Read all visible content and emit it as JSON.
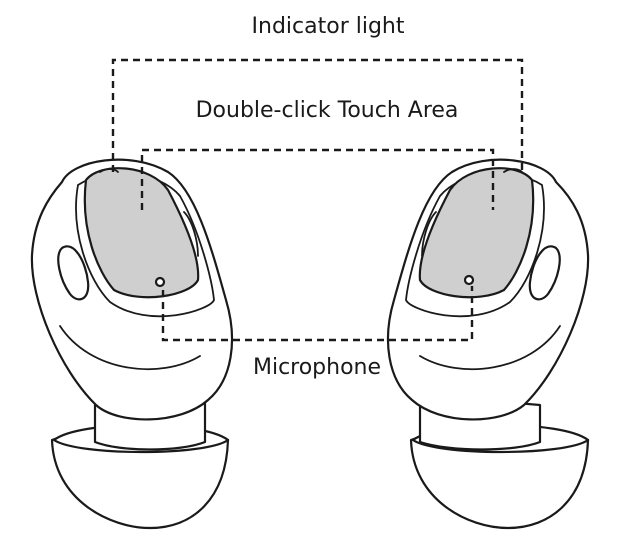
{
  "labels": {
    "indicator_light": "Indicator light",
    "touch_area": "Double-click Touch Area",
    "microphone": "Microphone"
  },
  "colors": {
    "line": "#1a1a1a",
    "touch_pad_fill": "#cfcfcf",
    "background": "#ffffff"
  }
}
